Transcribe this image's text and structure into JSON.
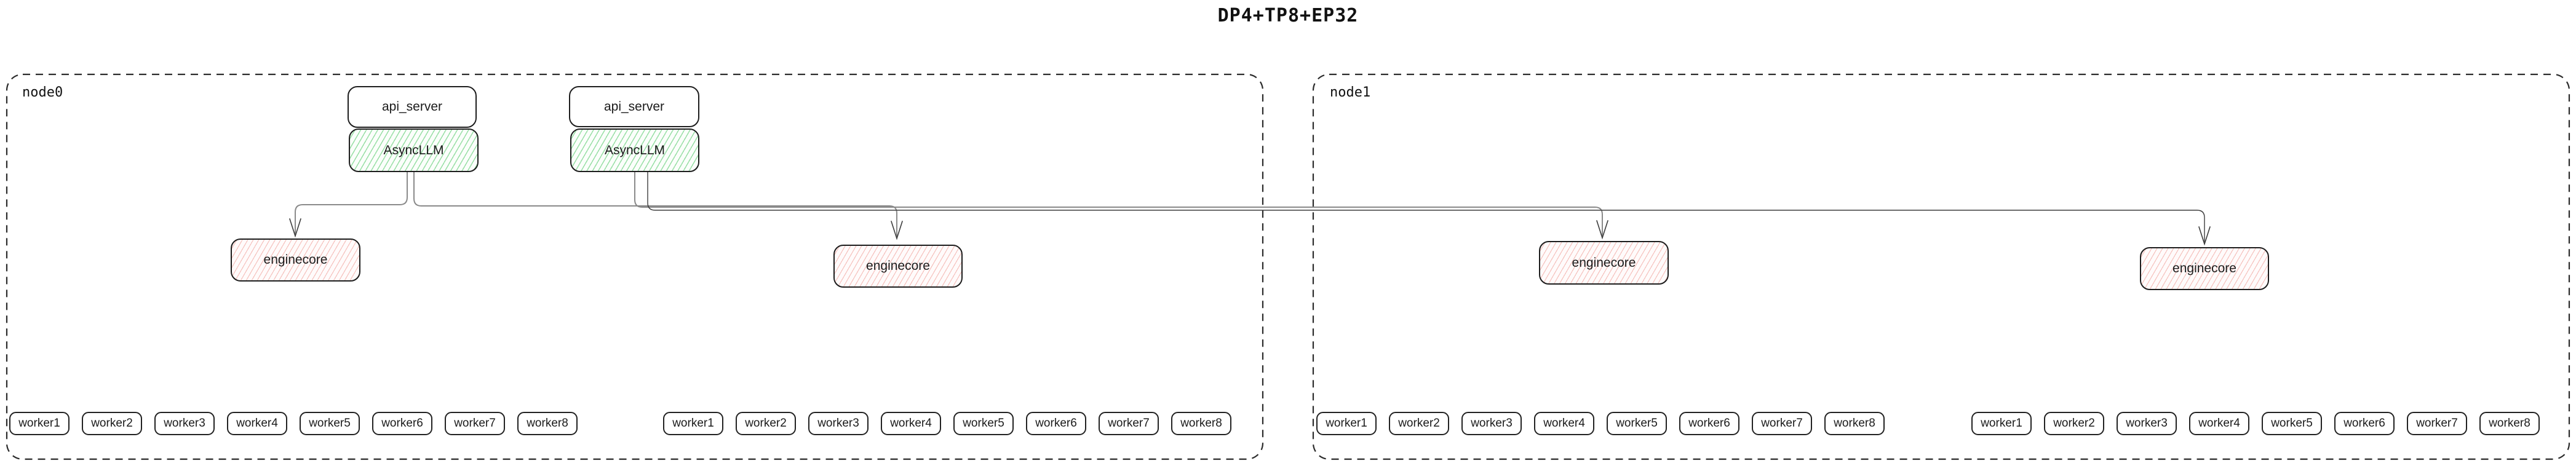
{
  "title": "DP4+TP8+EP32",
  "colors": {
    "green_hatch": "#98dfa5",
    "red_hatch": "#f5c0bc",
    "box_border": "#1d1d1d",
    "node_border": "#2b2b2b",
    "edge_gray": "#8a8a8a",
    "edge_dark": "#3c3c3c"
  },
  "nodes": [
    {
      "label": "node0",
      "api_servers": [
        {
          "label": "api_server",
          "llm_label": "AsyncLLM"
        },
        {
          "label": "api_server",
          "llm_label": "AsyncLLM"
        }
      ],
      "enginecores": [
        "enginecore",
        "enginecore"
      ],
      "worker_groups": [
        [
          "worker1",
          "worker2",
          "worker3",
          "worker4",
          "worker5",
          "worker6",
          "worker7",
          "worker8"
        ],
        [
          "worker1",
          "worker2",
          "worker3",
          "worker4",
          "worker5",
          "worker6",
          "worker7",
          "worker8"
        ]
      ]
    },
    {
      "label": "node1",
      "api_servers": [],
      "enginecores": [
        "enginecore",
        "enginecore"
      ],
      "worker_groups": [
        [
          "worker1",
          "worker2",
          "worker3",
          "worker4",
          "worker5",
          "worker6",
          "worker7",
          "worker8"
        ],
        [
          "worker1",
          "worker2",
          "worker3",
          "worker4",
          "worker5",
          "worker6",
          "worker7",
          "worker8"
        ]
      ]
    }
  ]
}
